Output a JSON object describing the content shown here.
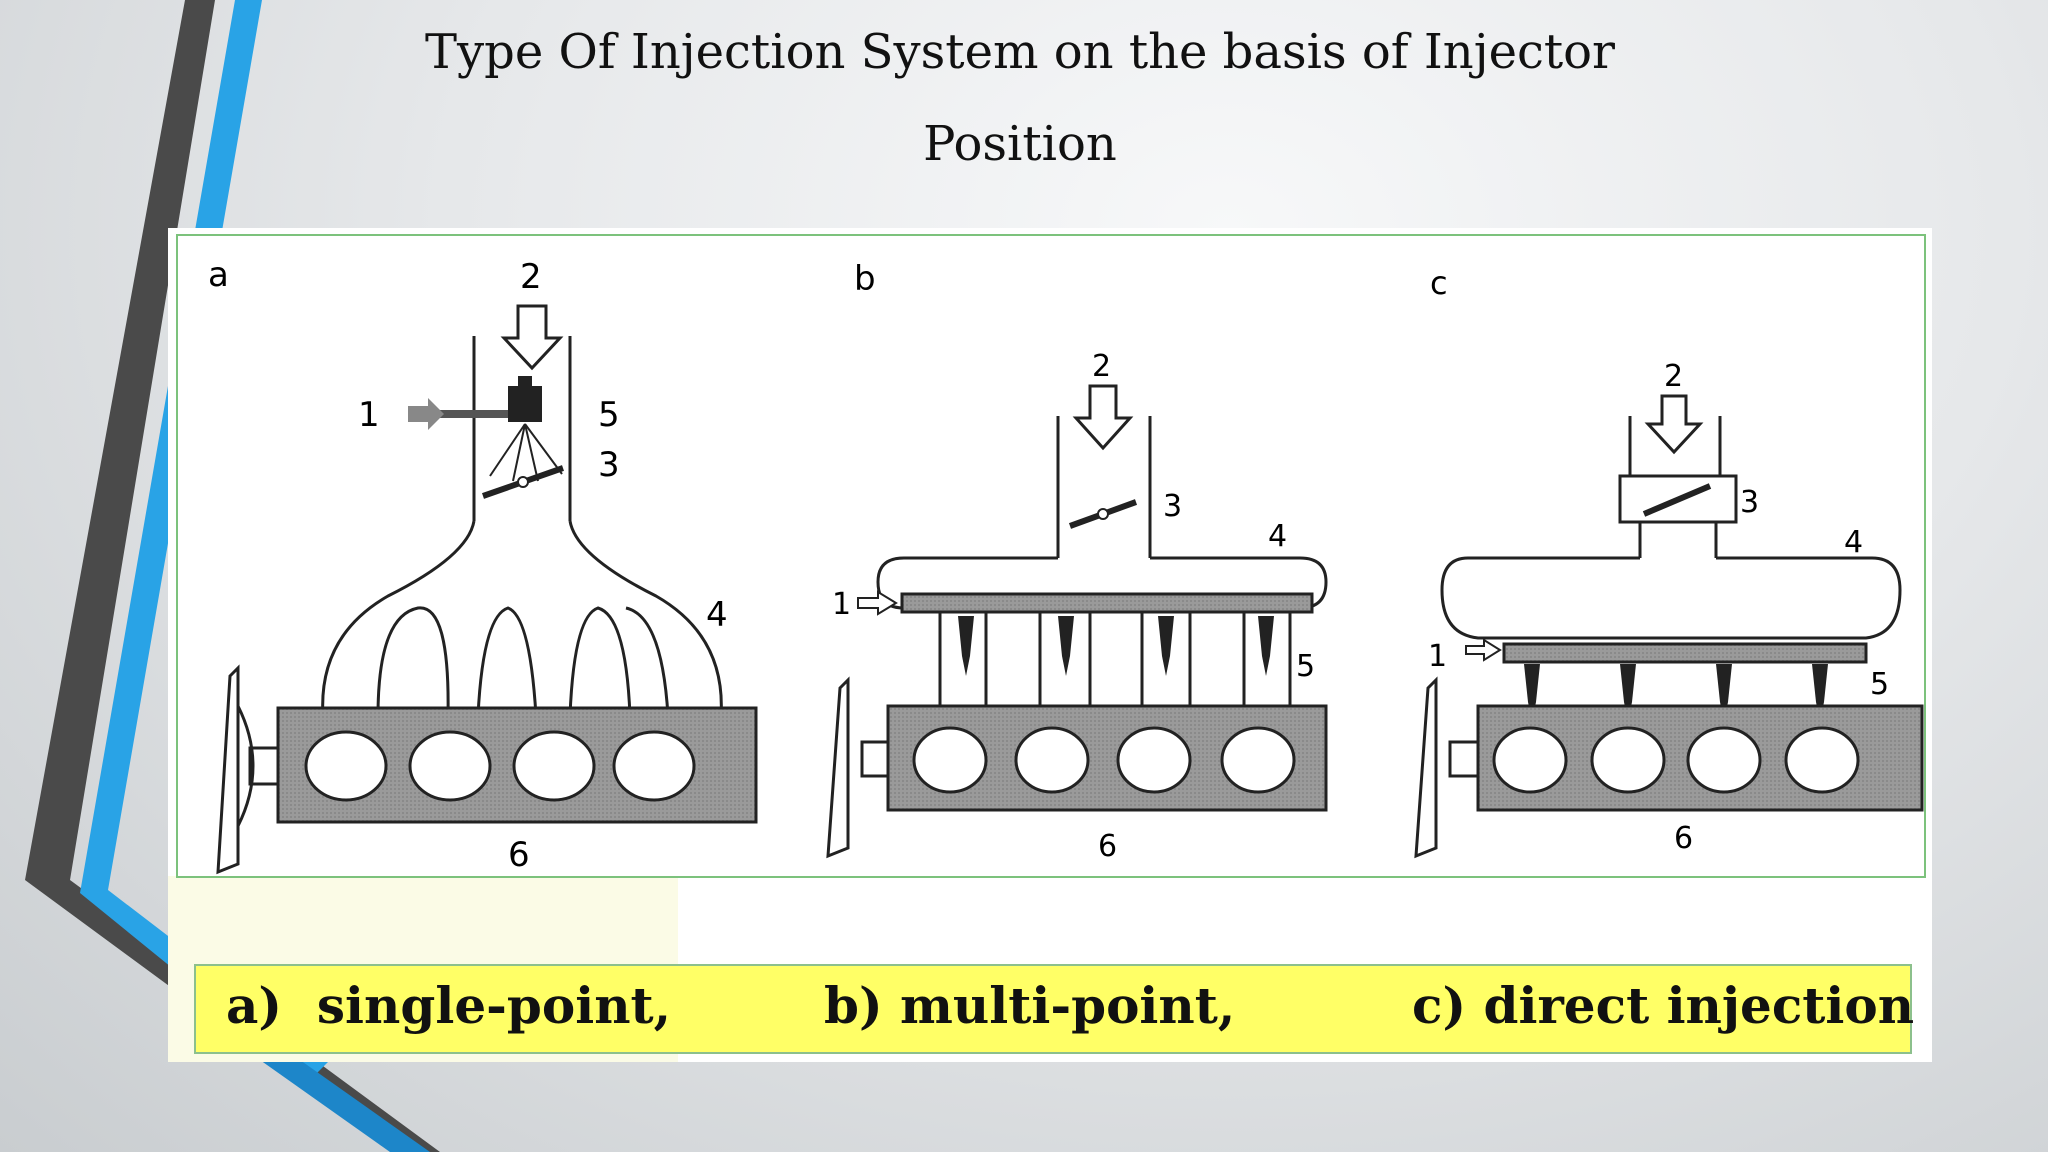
{
  "slide": {
    "title_line1": "Type Of Injection System on the basis of Injector",
    "title_line2": "Position"
  },
  "diagram": {
    "panels": [
      {
        "letter": "a",
        "labels": [
          "1",
          "2",
          "3",
          "4",
          "5",
          "6"
        ]
      },
      {
        "letter": "b",
        "labels": [
          "1",
          "2",
          "3",
          "4",
          "5",
          "6"
        ]
      },
      {
        "letter": "c",
        "labels": [
          "1",
          "2",
          "3",
          "4",
          "5",
          "6"
        ]
      }
    ],
    "captions": [
      "a)  single-point,",
      "b) multi-point,",
      "c) direct injection"
    ]
  },
  "colors": {
    "accent_blue": "#29a3e6",
    "accent_dark": "#4a4a4a",
    "caption_bar": "#ffff66",
    "figure_border": "#7cc27c",
    "engine_block": "#9a9a9a"
  }
}
